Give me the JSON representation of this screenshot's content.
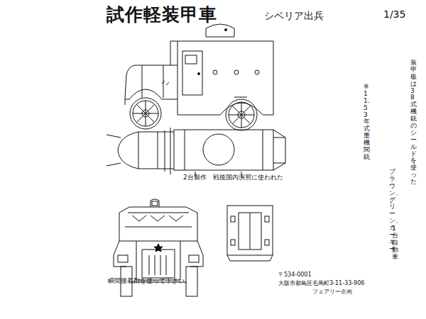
{
  "diagram": {
    "title": "試作軽装甲車",
    "labels": [
      "シベリア出兵",
      "1/35",
      "装甲板は38式機銃のシールドを使った",
      "ブラウン、グリーン、カーキー",
      "※11.5 3年式重機関銃",
      "1台自動車",
      "2台製作　戦後国内演習に使われた",
      "瞬間接着剤を使って下さい。",
      "〒534-0001",
      "大阪市都島区毛馬町3-11-33-906",
      "フェアリー企画"
    ]
  }
}
